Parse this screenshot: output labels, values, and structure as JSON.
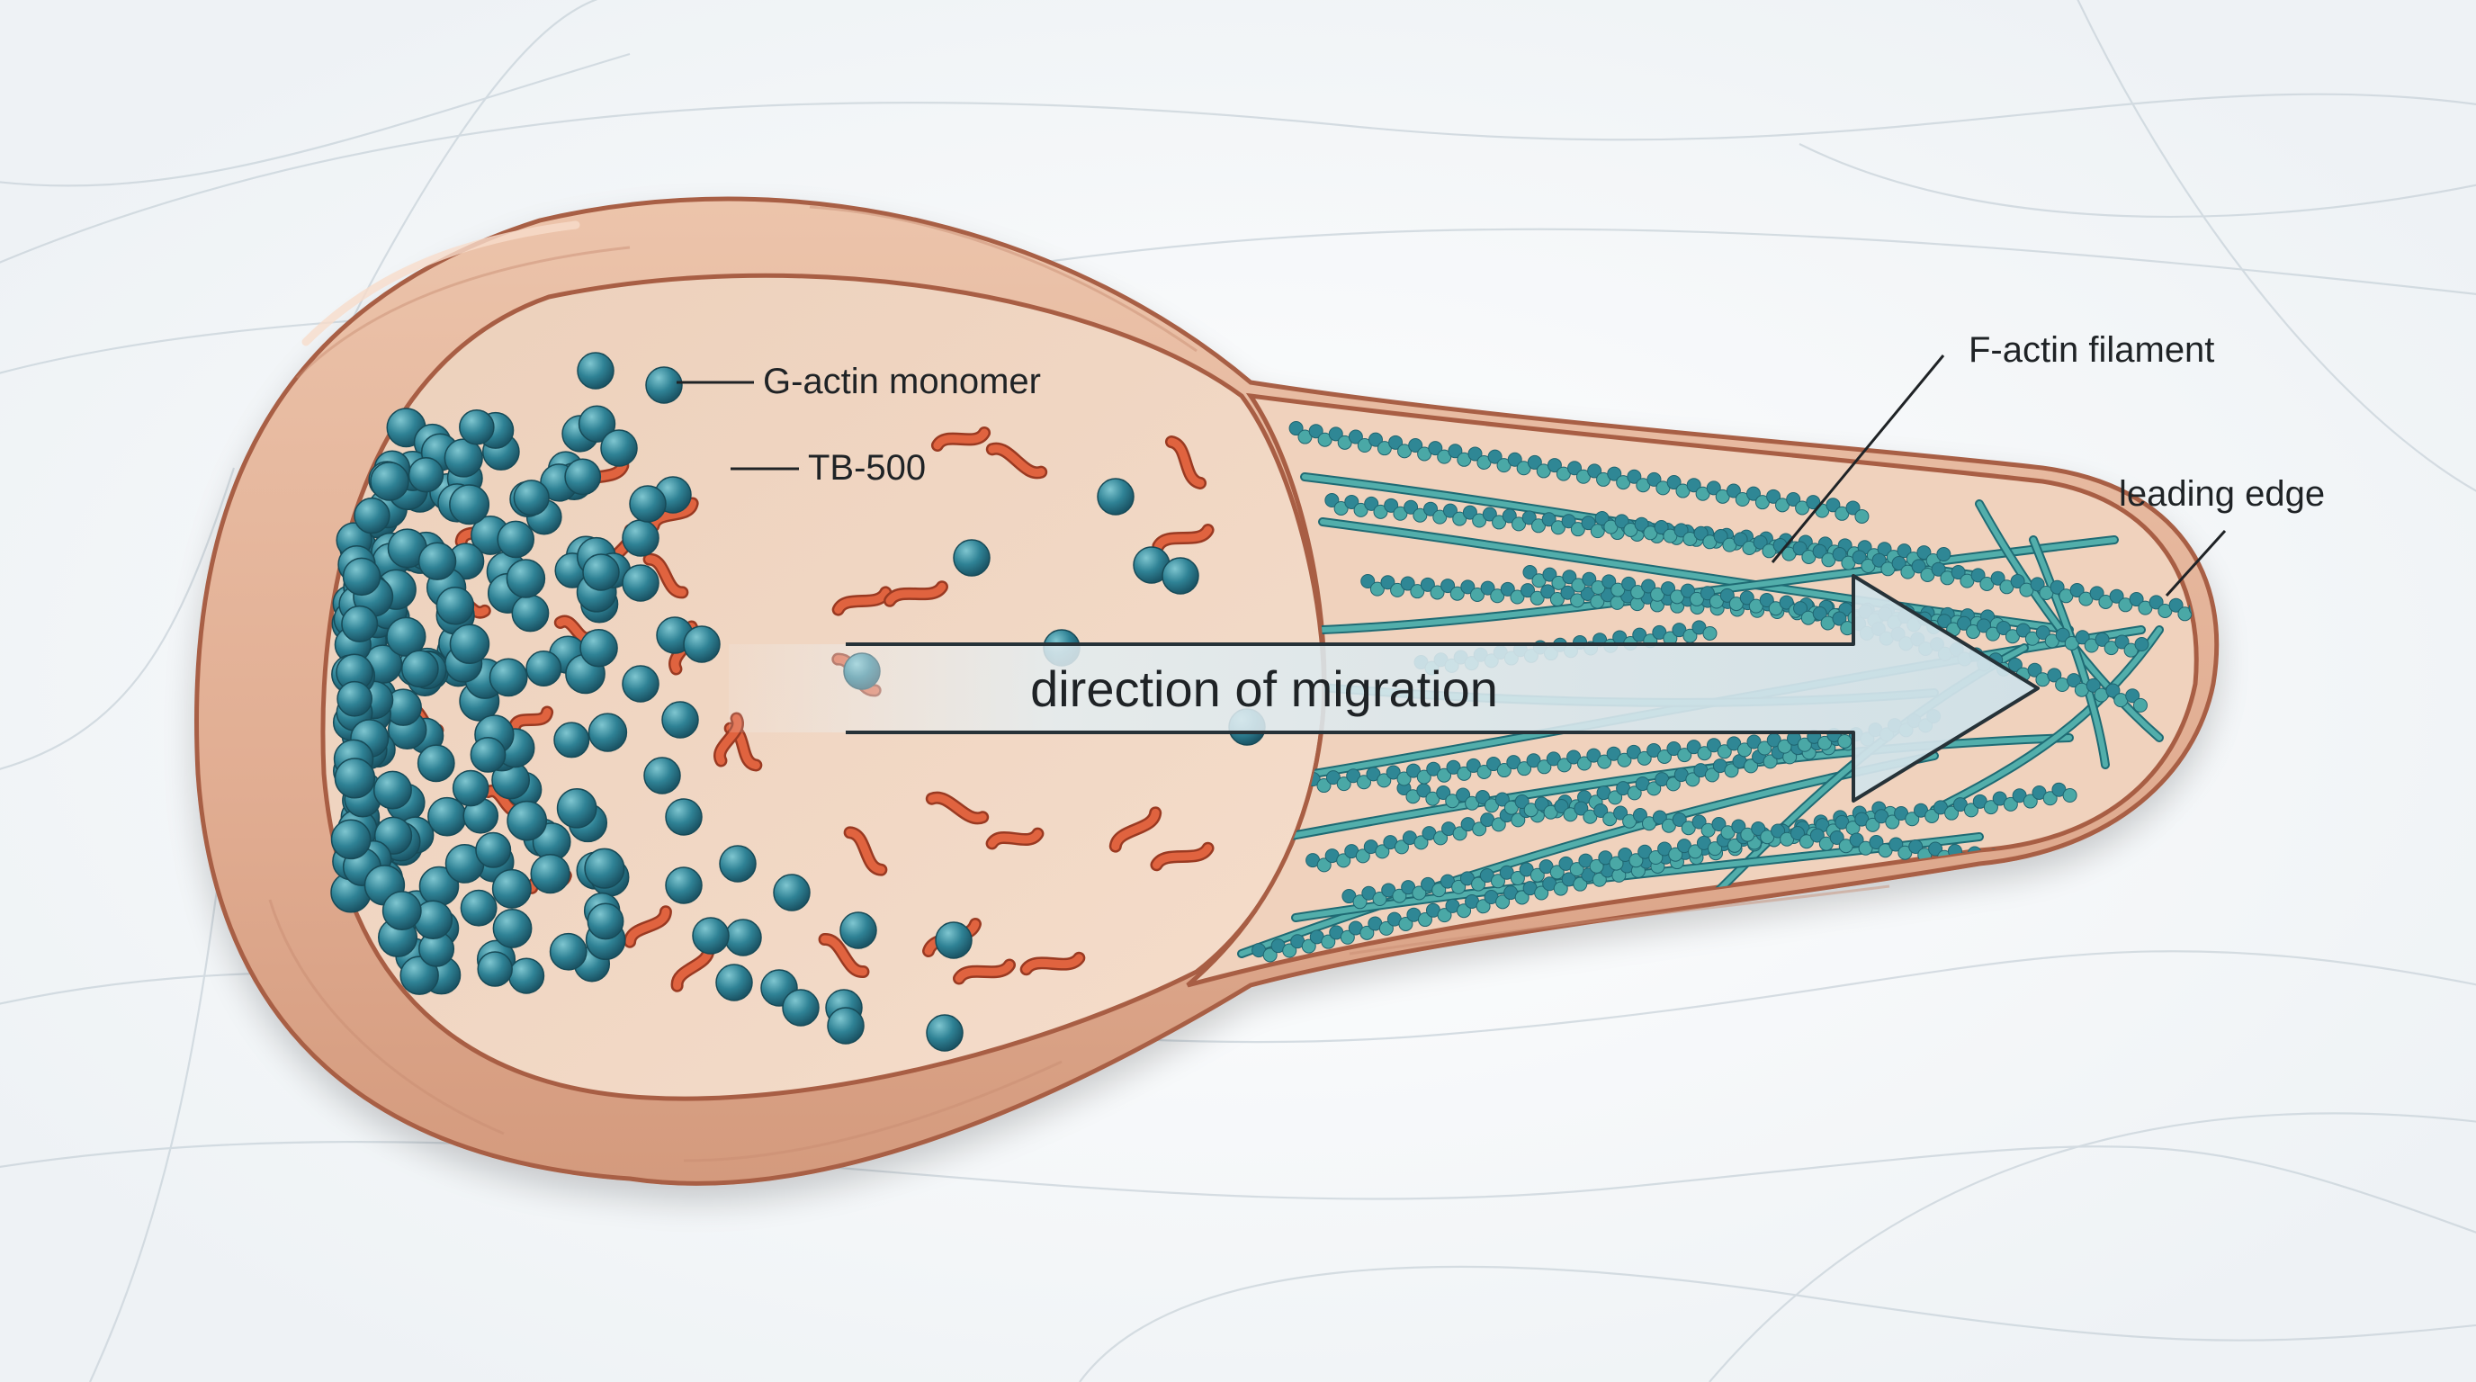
{
  "labels": {
    "g_actin": "G-actin monomer",
    "tb500": "TB-500",
    "f_actin": "F-actin filament",
    "leading_edge": "leading edge",
    "arrow": "direction of migration"
  },
  "colors": {
    "background": "#f3f6f8",
    "membrane": "#e3b49a",
    "membrane_edge": "#b0654a",
    "cytoplasm": "#f2d6c2",
    "g_actin": "#2f8295",
    "f_actin": "#3d9c9c",
    "tb500": "#e0633f",
    "arrow": "#dbe8ee",
    "arrow_edge": "#263238",
    "text": "#1f2326"
  },
  "icons": {
    "monomer": "g-actin-sphere",
    "peptide": "tb500-ribbon",
    "filament": "f-actin-chain"
  }
}
